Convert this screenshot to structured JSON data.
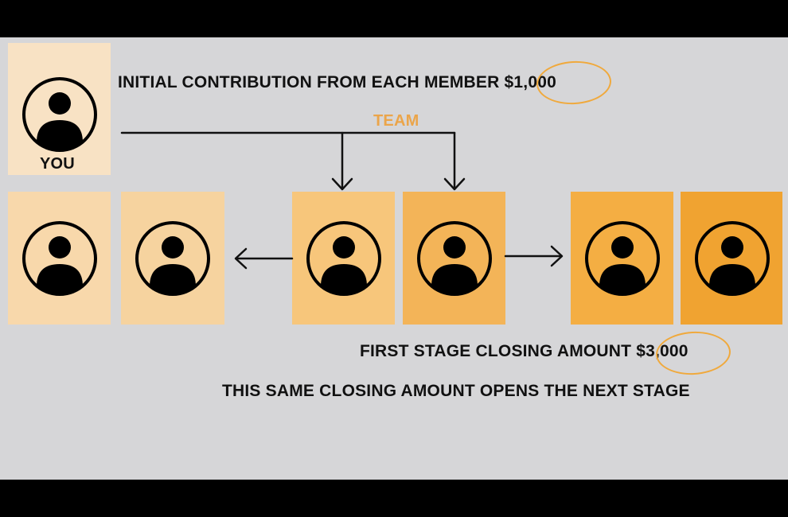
{
  "you_label": "YOU",
  "team_label": "TEAM",
  "contribution": {
    "text": "INITIAL CONTRIBUTION FROM EACH MEMBER ",
    "amount": "$1,000"
  },
  "closing": {
    "text": "FIRST STAGE CLOSING AMOUNT ",
    "amount": "$3,000"
  },
  "next_stage": "THIS SAME CLOSING AMOUNT OPENS THE NEXT STAGE",
  "cards": [
    {
      "id": "you",
      "color": "#f8e2c4"
    },
    {
      "id": "member-1",
      "color": "#f8d8ab"
    },
    {
      "id": "member-2",
      "color": "#f6d39f"
    },
    {
      "id": "member-3",
      "color": "#f7c67b"
    },
    {
      "id": "member-4",
      "color": "#f3b458"
    },
    {
      "id": "member-5",
      "color": "#f4ae43"
    },
    {
      "id": "member-6",
      "color": "#f0a331"
    }
  ],
  "icon": "user-avatar-icon",
  "highlight_color": "#f0a93c"
}
